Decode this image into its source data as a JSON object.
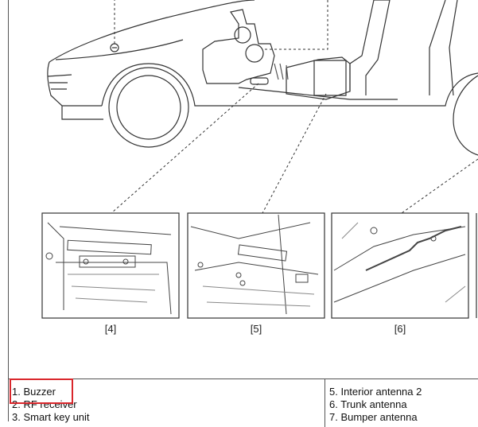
{
  "insets": [
    {
      "label": "[4]"
    },
    {
      "label": "[5]"
    },
    {
      "label": "[6]"
    }
  ],
  "legend": {
    "left": [
      "1. Buzzer",
      "2. RF receiver",
      "3. Smart key unit"
    ],
    "right": [
      "5. Interior antenna 2",
      "6. Trunk antenna",
      "7. Bumper antenna"
    ]
  },
  "colors": {
    "highlight": "#d9262b",
    "line": "#333333"
  }
}
